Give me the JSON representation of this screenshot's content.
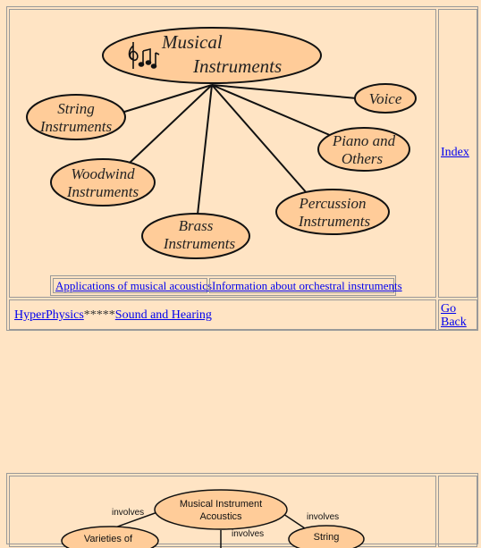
{
  "concept_map": {
    "center": {
      "line1": "Musical",
      "line2": "Instruments",
      "icon": "music-notes-icon"
    },
    "nodes": [
      {
        "line1": "String",
        "line2": "Instruments"
      },
      {
        "line1": "Woodwind",
        "line2": "Instruments"
      },
      {
        "line1": "Brass",
        "line2": "Instruments"
      },
      {
        "line1": "Percussion",
        "line2": "Instruments"
      },
      {
        "line1": "Piano and",
        "line2": "Others"
      },
      {
        "line1": "Voice",
        "line2": ""
      }
    ],
    "colors": {
      "node_fill": "#ffcc99",
      "background": "#ffe4c4"
    }
  },
  "link_table": {
    "applications": "Applications of musical acoustics",
    "information": "Information about orchestral instruments"
  },
  "sidebar": {
    "index": "Index",
    "go_back": "Go Back"
  },
  "footer": {
    "hyperphysics": "HyperPhysics",
    "separator": "*****",
    "sound_hearing": "Sound and Hearing"
  },
  "second_map": {
    "center": {
      "line1": "Musical Instrument",
      "line2": "Acoustics"
    },
    "left_edge": "involves",
    "right_edge": "involves",
    "mid_edge": "involves",
    "left_node": "Varieties of",
    "right_node": "String"
  }
}
